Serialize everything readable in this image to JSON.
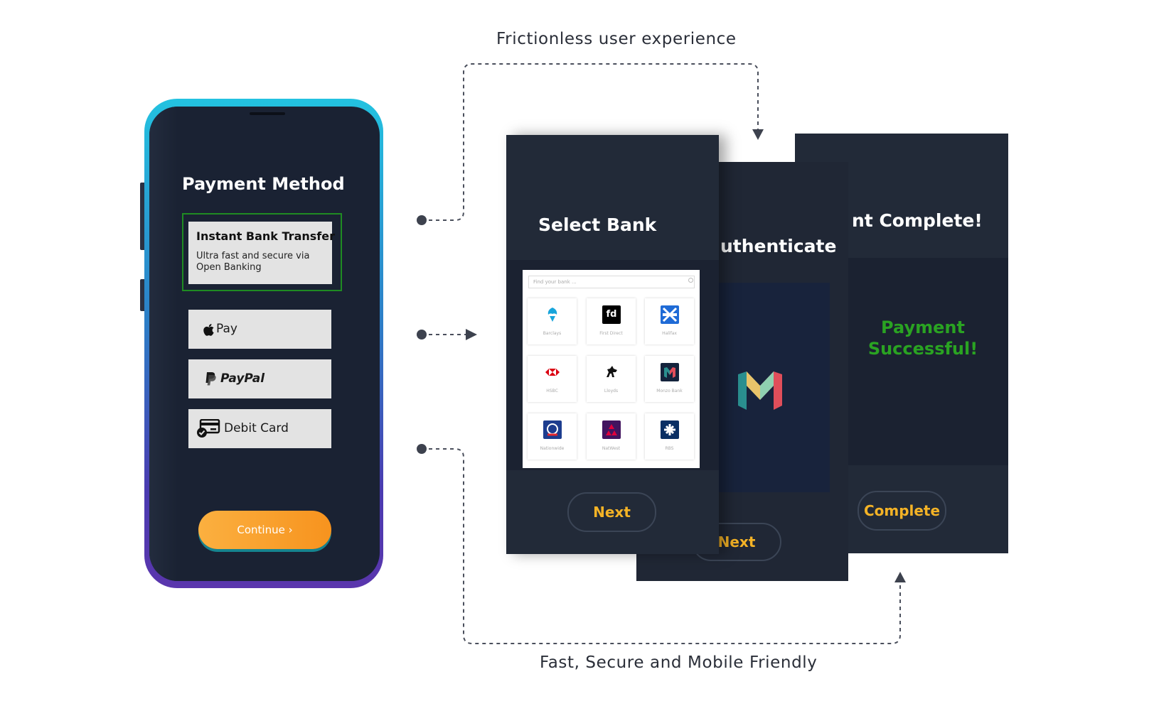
{
  "captions": {
    "top": "Frictionless user experience",
    "bottom": "Fast, Secure and Mobile Friendly"
  },
  "phone": {
    "title": "Payment Method",
    "options": {
      "bank_transfer": {
        "title": "Instant Bank Transfer",
        "subtitle": "Ultra fast and secure via Open Banking"
      },
      "apple_pay": "Pay",
      "paypal": "PayPal",
      "debit_card": "Debit Card"
    },
    "continue_label": "Continue"
  },
  "screens": {
    "select_bank": {
      "title": "Select Bank",
      "search_placeholder": "Find your bank ...",
      "banks": [
        "Barclays",
        "First Direct",
        "Halifax",
        "HSBC",
        "Lloyds",
        "Monzo Bank",
        "Nationwide",
        "NatWest",
        "RBS"
      ],
      "next_label": "Next"
    },
    "authenticate": {
      "title": "uthenticate",
      "next_label": "Next"
    },
    "complete": {
      "title": "nt Complete!",
      "message_line1": "Payment",
      "message_line2": "Successful!",
      "complete_label": "Complete"
    }
  },
  "colors": {
    "accent_orange": "#f7931e",
    "success_green": "#2aa322",
    "button_text": "#f4b326",
    "screen_bg": "#222a38"
  }
}
